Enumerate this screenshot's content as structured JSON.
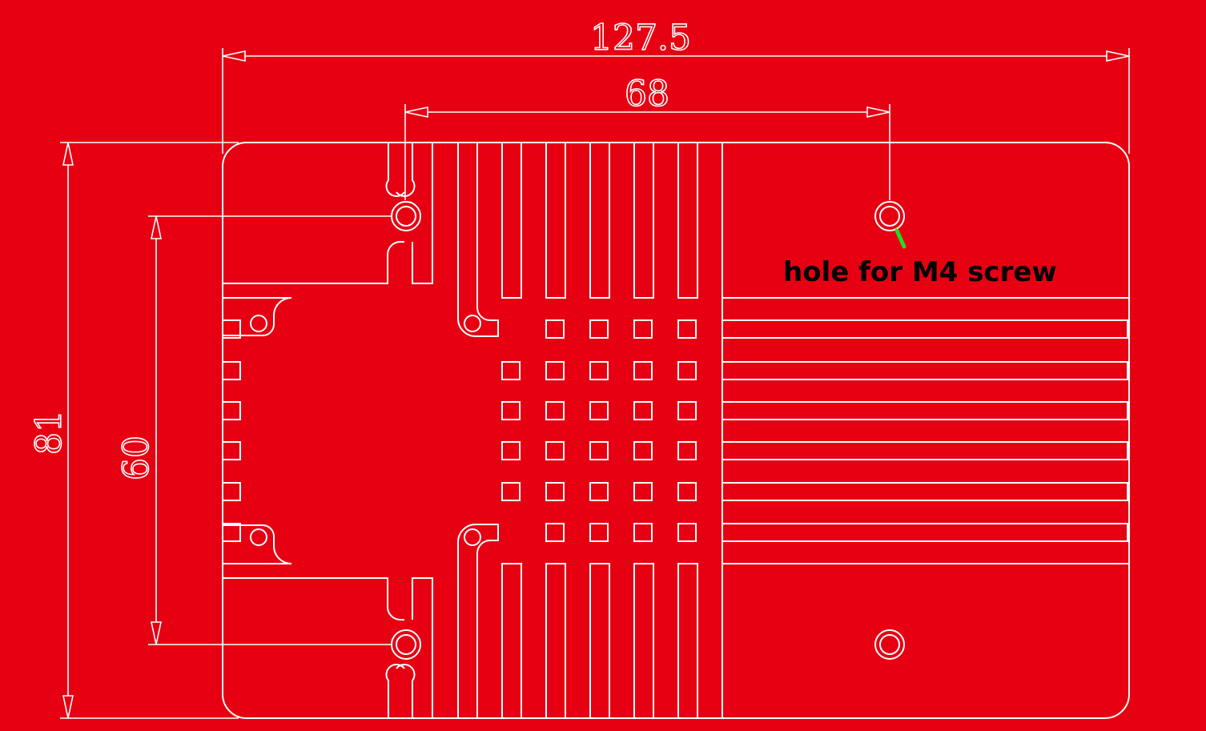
{
  "dimensions": {
    "overall_width": "127.5",
    "hole_spacing_x": "68",
    "overall_height": "81",
    "hole_spacing_y": "60"
  },
  "annotation": {
    "text": "hole for M4 screw"
  },
  "colors": {
    "background": "#e60012",
    "linework": "#ffffff",
    "leader": "#22dd22",
    "note_text": "#000000"
  }
}
